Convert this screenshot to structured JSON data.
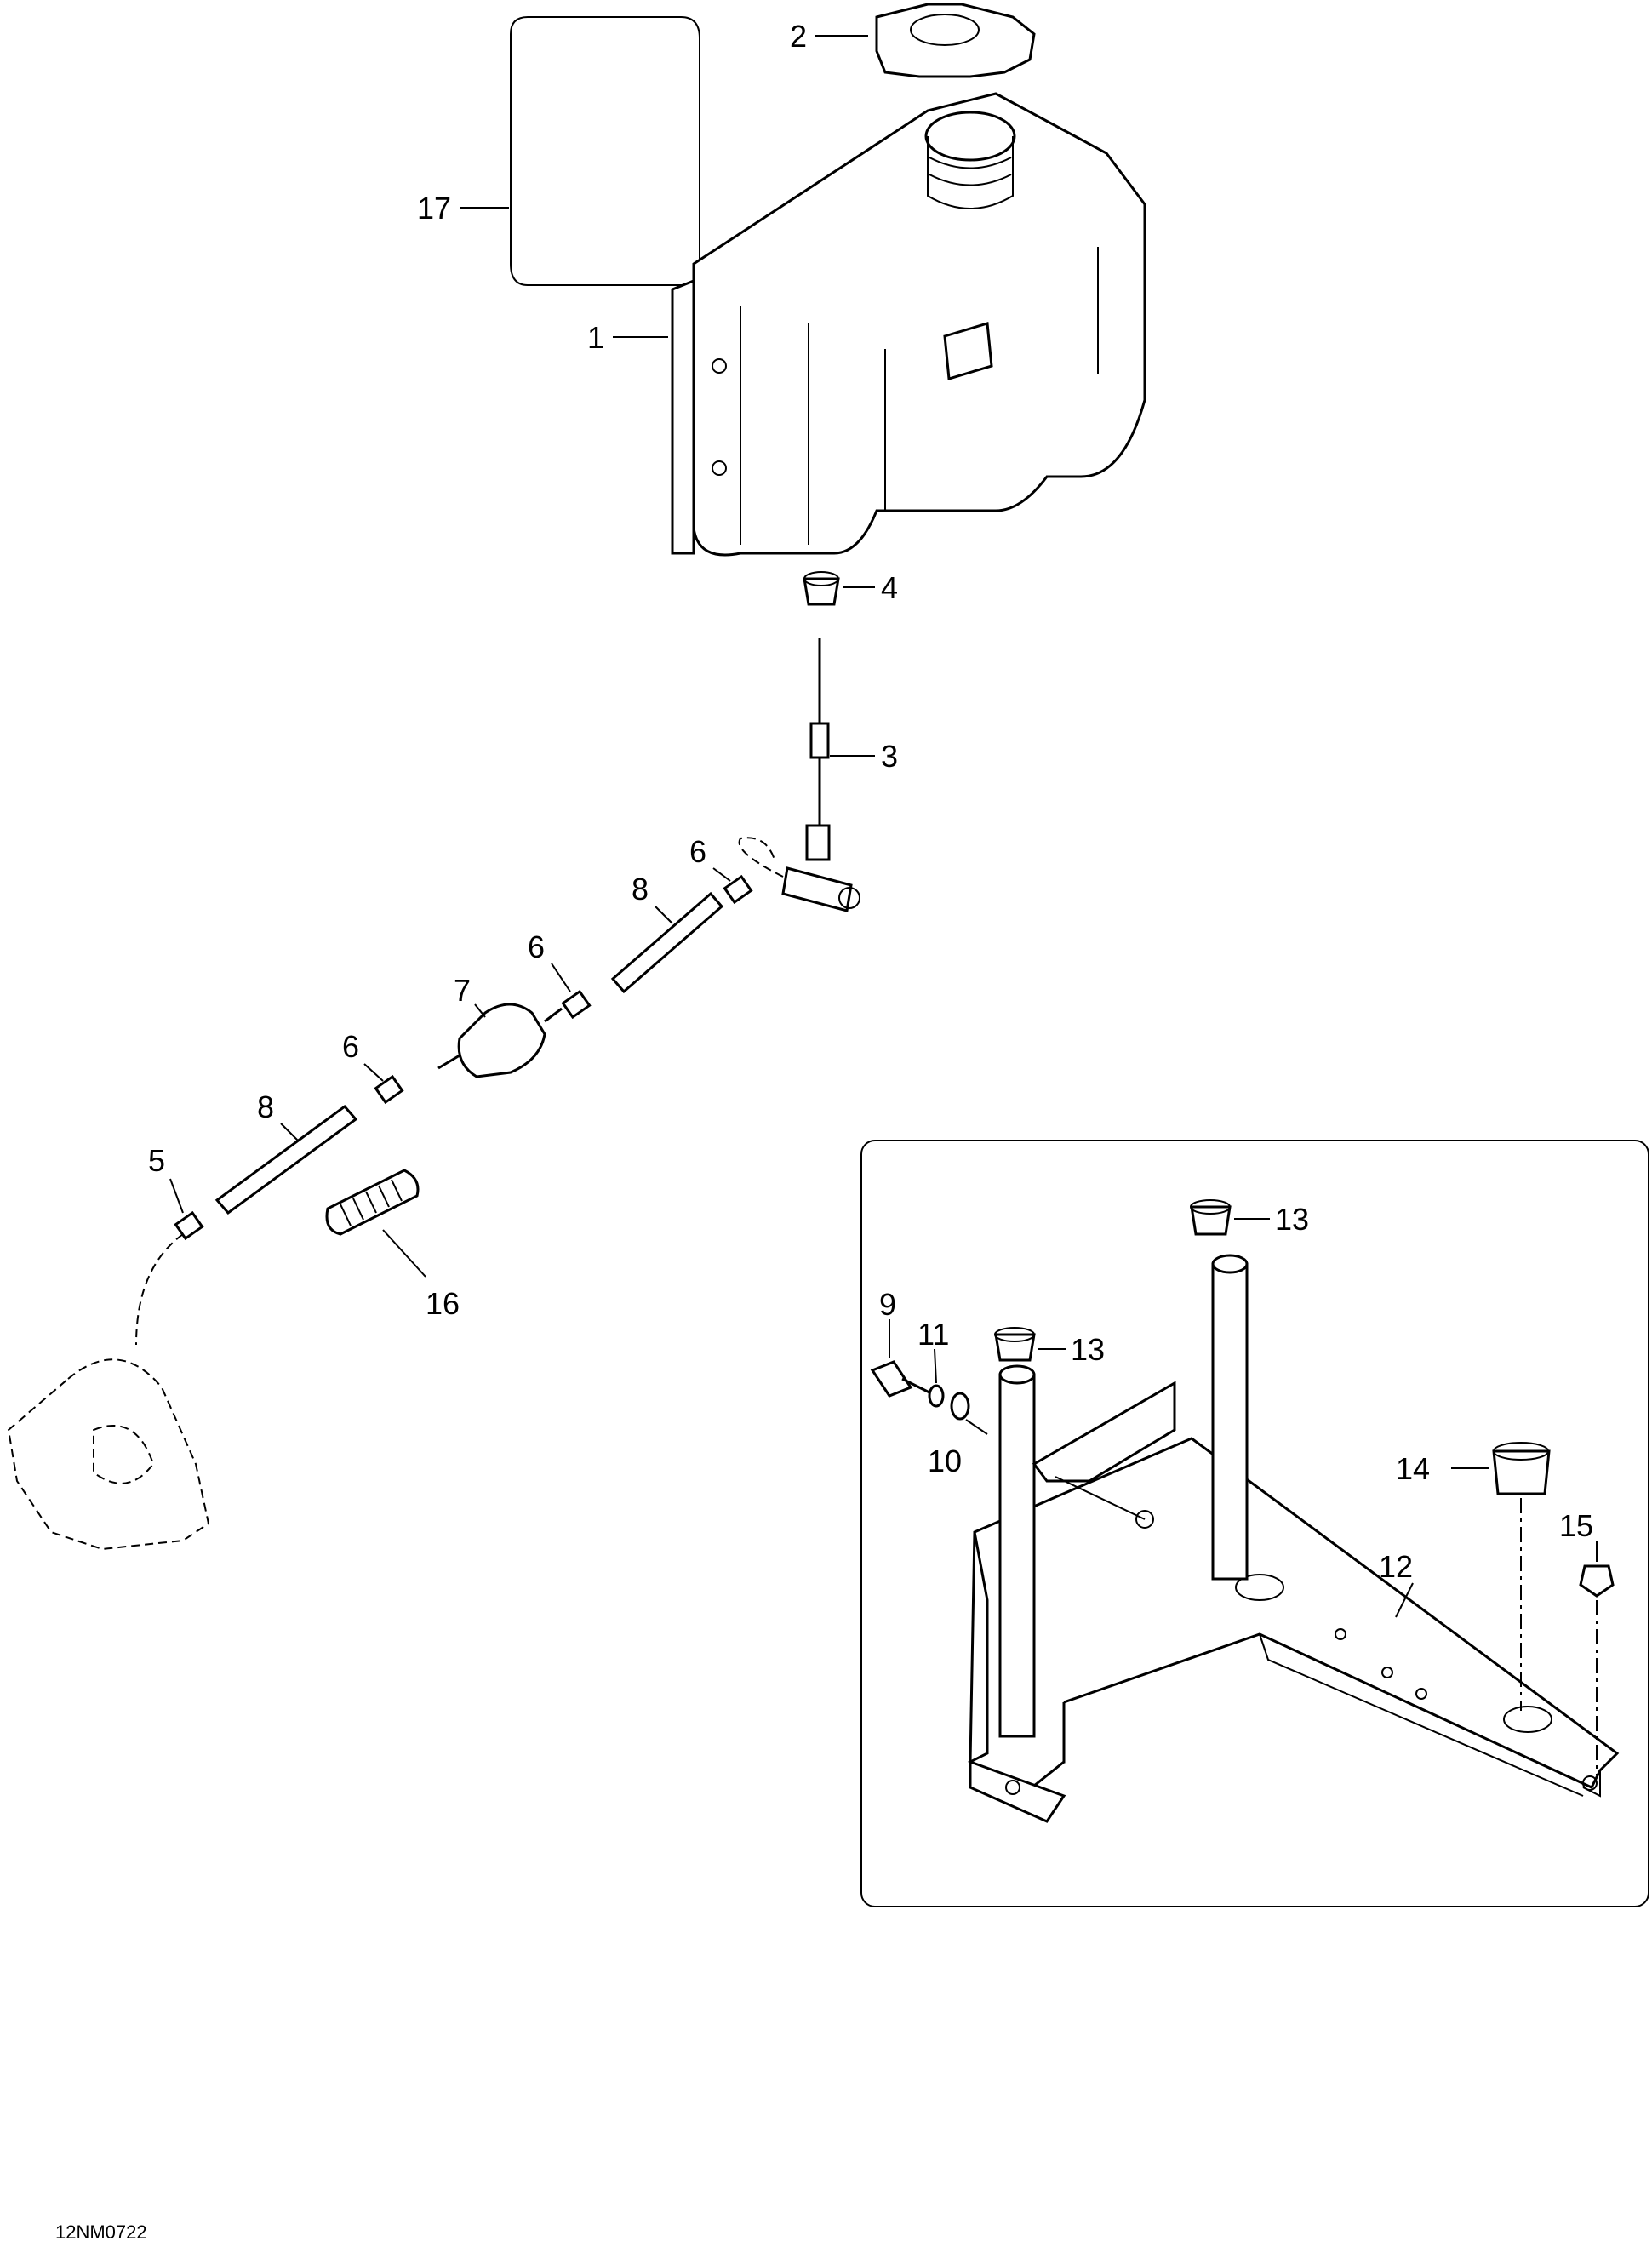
{
  "diagram": {
    "code": "12NM0722",
    "callouts": {
      "c1": "1",
      "c2": "2",
      "c3": "3",
      "c4": "4",
      "c5": "5",
      "c6a": "6",
      "c6b": "6",
      "c6c": "6",
      "c7": "7",
      "c8a": "8",
      "c8b": "8",
      "c9": "9",
      "c10": "10",
      "c11": "11",
      "c12": "12",
      "c13a": "13",
      "c13b": "13",
      "c14": "14",
      "c15": "15",
      "c16": "16",
      "c17": "17"
    }
  }
}
